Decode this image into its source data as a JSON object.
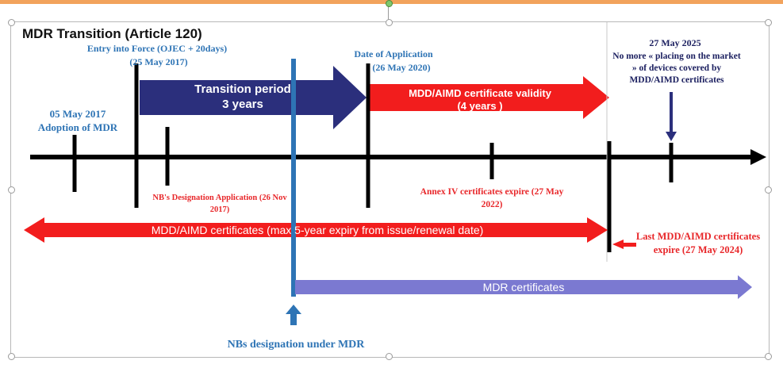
{
  "title": "MDR Transition (Article 120)",
  "labels": {
    "entry_into_force": "Entry into Force (OJEC + 20days)",
    "entry_date": "(25 May 2017)",
    "adoption_date": "05 May 2017",
    "adoption": "Adoption of MDR",
    "date_of_application": "Date of Application",
    "doa_date": "(26 May 2020)",
    "may2025": "27 May 2025",
    "no_more": "No more « placing on the market » of devices covered by MDD/AIMD certificates",
    "nb_designation": "NB's Designation Application (26 Nov 2017)",
    "annex_iv": "Annex IV certificates expire (27 May 2022)",
    "last_mdd": "Last MDD/AIMD certificates expire (27 May 2024)",
    "nbs_under_mdr": "NBs designation under MDR"
  },
  "arrows": {
    "transition_line1": "Transition period",
    "transition_line2": "3 years",
    "validity_line1": "MDD/AIMD certificate validity",
    "validity_line2": "(4 years )",
    "mdd_certificates": "MDD/AIMD certificates (max 5-year expiry from issue/renewal date)",
    "mdr_certificates": "MDR certificates"
  },
  "colors": {
    "navy": "#2b2f7c",
    "red": "#f21d1d",
    "blue": "#2e74b5",
    "lavender": "#7b79d1",
    "black": "#000000"
  }
}
